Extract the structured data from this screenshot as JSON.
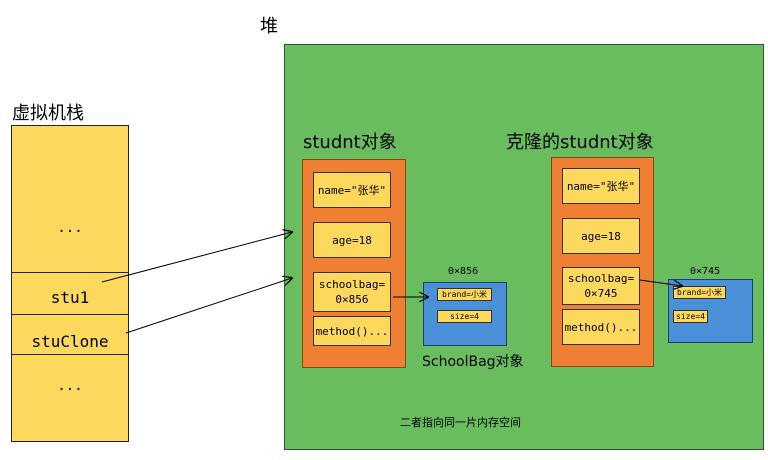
{
  "heap": {
    "title": "堆",
    "note": "二者指向同一片内存空间"
  },
  "stack": {
    "title": "虚拟机栈",
    "dots_top": "...",
    "stu1": "stu1",
    "stuClone": "stuClone",
    "dots_bottom": "..."
  },
  "student": {
    "title": "studnt对象",
    "fields": [
      "name=\"张华\"",
      "age=18",
      "schoolbag=\n0×856",
      "method()..."
    ]
  },
  "clone": {
    "title": "克隆的studnt对象",
    "fields": [
      "name=\"张华\"",
      "age=18",
      "schoolbag=\n0×745",
      "method()..."
    ]
  },
  "bag1": {
    "address": "0×856",
    "brand": "brand=小米",
    "size": "size=4",
    "caption": "SchoolBag对象"
  },
  "bag2": {
    "address": "0×745",
    "brand": "brand=小米",
    "size": "size=4"
  },
  "colors": {
    "heap": "#6abd5e",
    "stack": "#fcd85c",
    "object": "#ef7f33",
    "bag": "#4a90d9"
  }
}
